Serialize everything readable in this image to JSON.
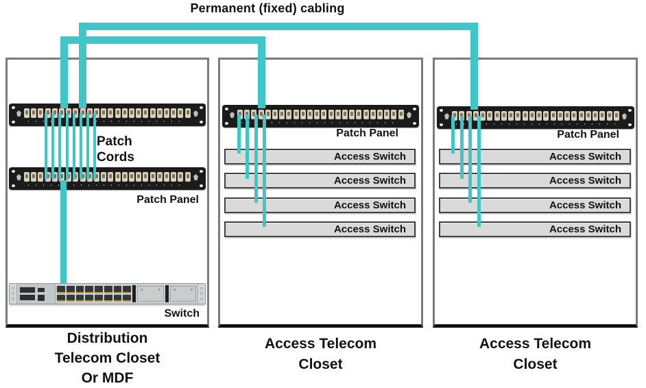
{
  "title": "Permanent (fixed) cabling",
  "colors": {
    "cable": "#3EC6C9",
    "box_border": "#7B7B7B",
    "panel": "#1B1B1B",
    "bar_fill": "#DADADA"
  },
  "closets": [
    {
      "name": "Distribution Telecom Closet Or MDF",
      "caption_lines": [
        "Distribution",
        "Telecom Closet",
        "Or MDF"
      ],
      "patch_cords_label_lines": [
        "Patch",
        "Cords"
      ],
      "patch_panel_label": "Patch Panel",
      "switch_label": "Switch"
    },
    {
      "name": "Access Telecom Closet",
      "caption_lines": [
        "Access Telecom",
        "Closet"
      ],
      "patch_panel_label": "Patch Panel",
      "access_switches": [
        "Access Switch",
        "Access Switch",
        "Access Switch",
        "Access Switch"
      ]
    },
    {
      "name": "Access Telecom Closet",
      "caption_lines": [
        "Access Telecom",
        "Closet"
      ],
      "patch_panel_label": "Patch Panel",
      "access_switches": [
        "Access Switch",
        "Access Switch",
        "Access Switch",
        "Access Switch"
      ]
    }
  ]
}
